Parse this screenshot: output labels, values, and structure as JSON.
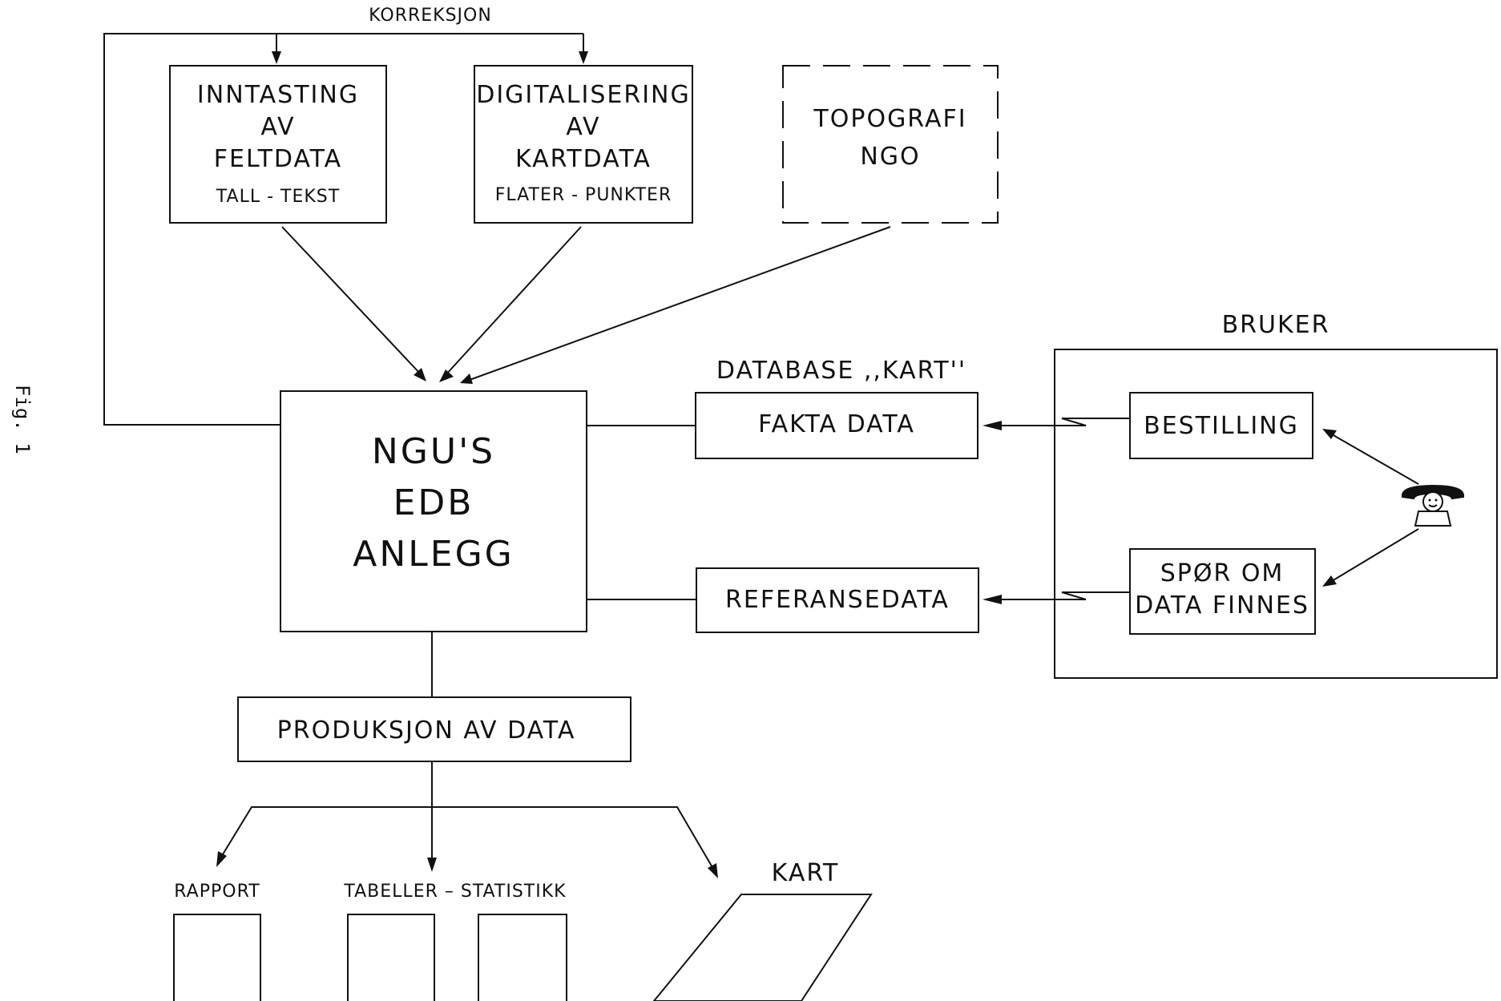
{
  "figure_label": "Fig. 1",
  "korreksjon": "KORREKSJON",
  "inntasting": {
    "line1": "INNTASTING",
    "line2": "AV",
    "line3": "FELTDATA",
    "sub": "TALL - TEKST"
  },
  "digitalisering": {
    "line1": "DIGITALISERING",
    "line2": "AV",
    "line3": "KARTDATA",
    "sub": "FLATER - PUNKTER"
  },
  "topografi": {
    "line1": "TOPOGRAFI",
    "line2": "NGO"
  },
  "edb": {
    "line1": "NGU'S",
    "line2": "EDB",
    "line3": "ANLEGG"
  },
  "database_label": "DATABASE ,,KART''",
  "fakta_data": "FAKTA  DATA",
  "referansedata": "REFERANSEDATA",
  "bruker": {
    "title": "BRUKER",
    "bestilling": "BESTILLING",
    "spor_line1": "SPØR  OM",
    "spor_line2": "DATA  FINNES",
    "phone_icon": "telephone-icon"
  },
  "produksjon": "PRODUKSJON  AV  DATA",
  "outputs": {
    "rapport": "RAPPORT",
    "tabeller": "TABELLER  –  STATISTIKK",
    "kart": "KART"
  }
}
